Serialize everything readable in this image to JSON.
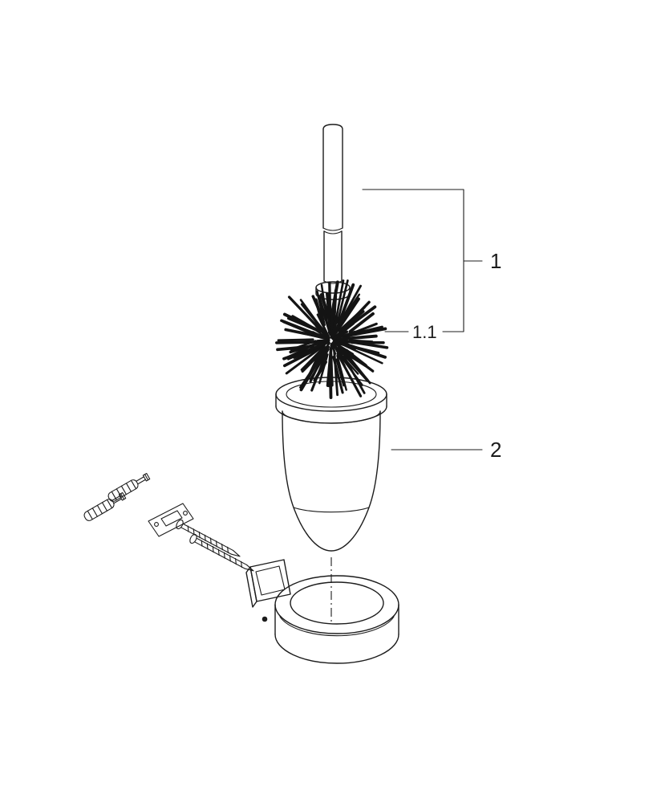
{
  "figure": {
    "kind": "exploded-parts-diagram",
    "colors": {
      "ink": "#1c1c1c",
      "background": "#ffffff"
    },
    "callouts": {
      "brush_assembly": "1",
      "brush_head": "1.1",
      "container": "2"
    }
  }
}
